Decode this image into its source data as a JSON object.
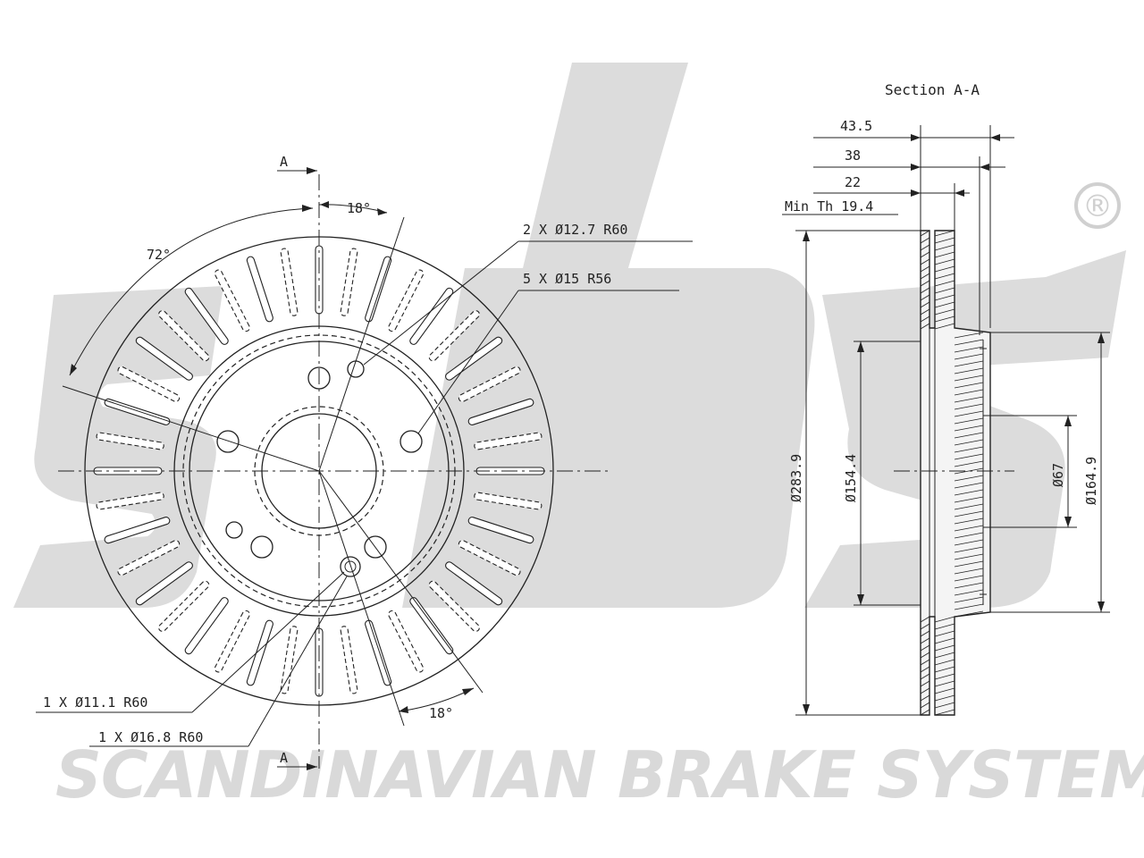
{
  "watermark": {
    "logo": "sbs",
    "registered_mark": "®",
    "company": "SCANDINAVIAN BRAKE SYSTEMS",
    "logo_color": "#dcdcdc"
  },
  "front_view": {
    "section_marker_top": "A",
    "section_marker_bottom": "A",
    "angle_top": "18°",
    "angle_left": "72°",
    "angle_bottom": "18°",
    "callouts": [
      "2 X Ø12.7 R60",
      "5 X Ø15 R56",
      "1 X Ø11.1 R60",
      "1 X Ø16.8 R60"
    ]
  },
  "section_view": {
    "title": "Section A-A",
    "thickness_dims": [
      "43.5",
      "38",
      "22",
      "Min Th 19.4"
    ],
    "diameter_dims": [
      "Ø283.9",
      "Ø154.4",
      "Ø67",
      "Ø164.9"
    ]
  }
}
